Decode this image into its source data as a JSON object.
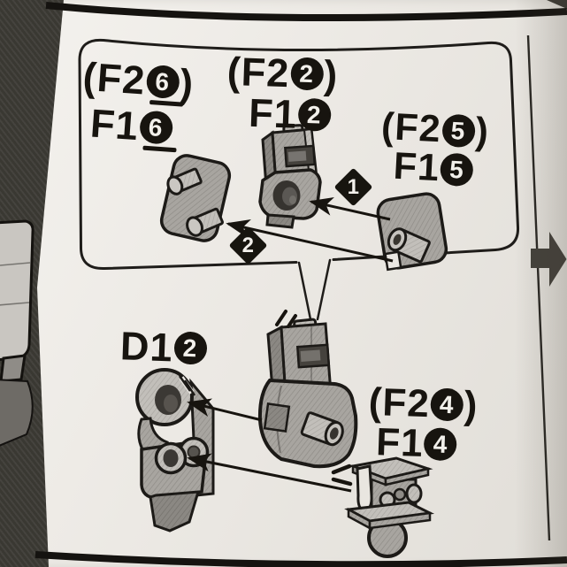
{
  "figure_type": "model-kit-assembly-instruction-photo",
  "callouts": {
    "f16": {
      "l1_pre": "(F2",
      "l1_num": "6",
      "l1_post": ")",
      "l2_pre": "F1",
      "l2_num": "6"
    },
    "f12": {
      "l1_pre": "(F2",
      "l1_num": "2",
      "l1_post": ")",
      "l2_pre": "F1",
      "l2_num": "2"
    },
    "f15": {
      "l1_pre": "(F2",
      "l1_num": "5",
      "l1_post": ")",
      "l2_pre": "F1",
      "l2_num": "5"
    },
    "f14": {
      "l1_pre": "(F2",
      "l1_num": "4",
      "l1_post": ")",
      "l2_pre": "F1",
      "l2_num": "4"
    },
    "d12": {
      "l1_pre": "D1",
      "l1_num": "2"
    }
  },
  "steps": {
    "s1": "1",
    "s2": "2"
  },
  "icons": {
    "next_page_arrow": "➡"
  },
  "colors": {
    "paper": "#ece9e4",
    "ink": "#17140f",
    "background": "#3d3b35",
    "part_gray_light": "#c2bfba",
    "part_gray_mid": "#a8a5a0",
    "part_gray_dark": "#8b8883",
    "hole_dark": "#3b3834",
    "next_arrow": "#45423c"
  }
}
